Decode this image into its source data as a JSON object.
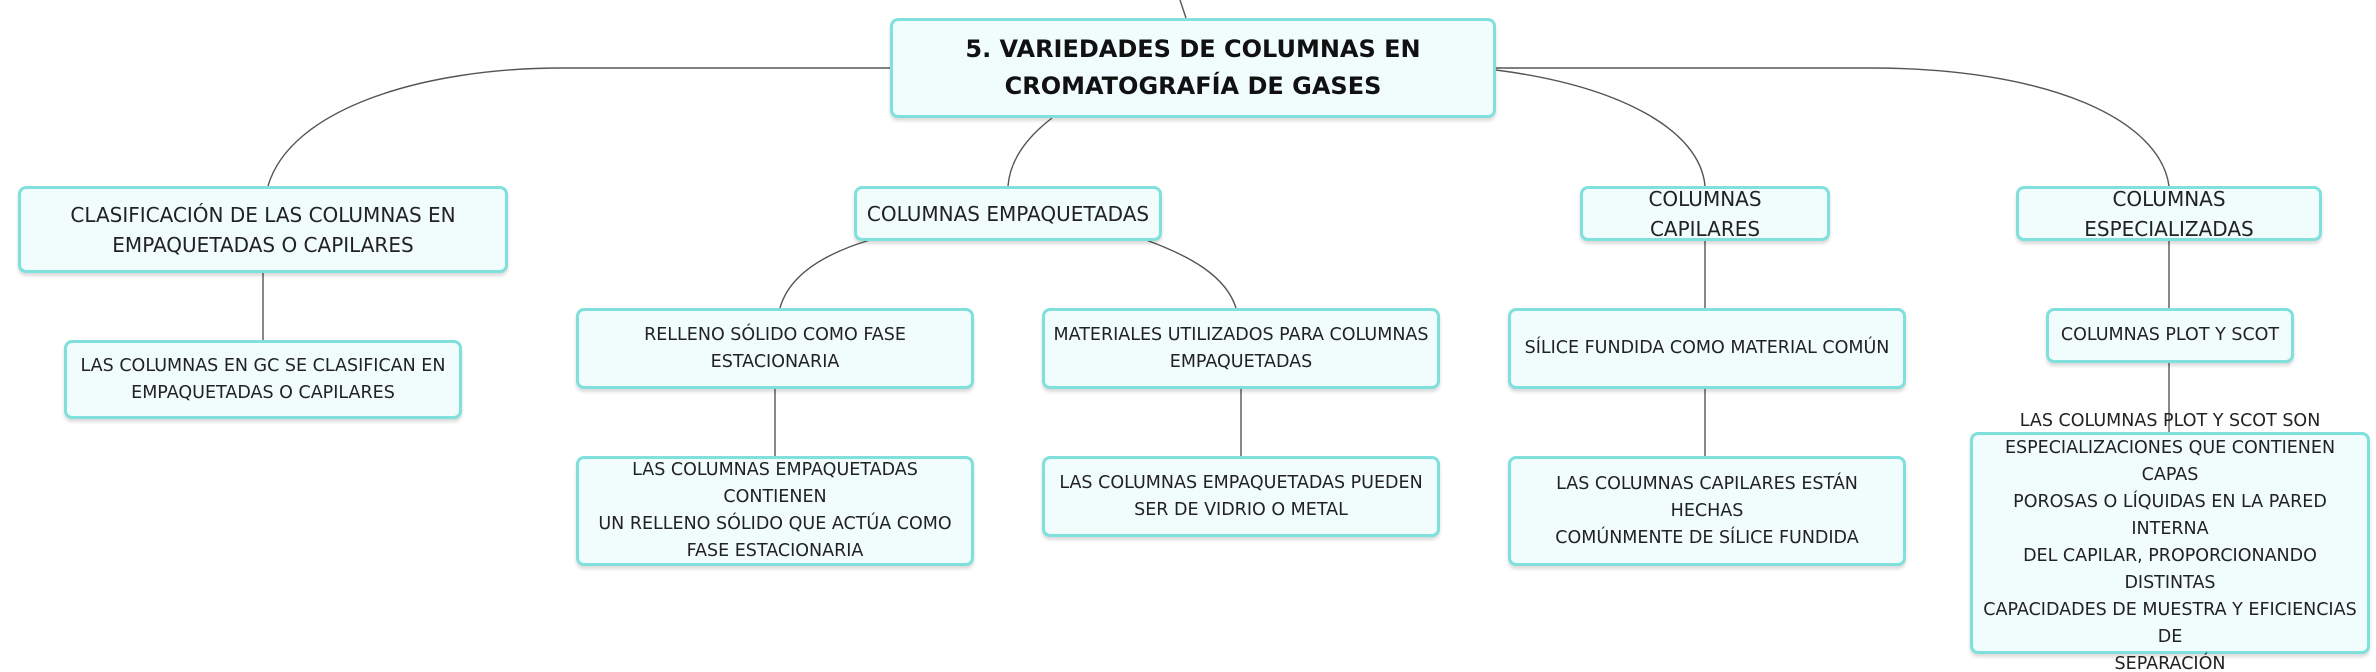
{
  "diagram": {
    "root": {
      "line1": "5. VARIEDADES DE COLUMNAS EN",
      "line2": "CROMATOGRAFÍA DE GASES"
    },
    "clasificacion": {
      "line1": "CLASIFICACIÓN DE LAS COLUMNAS EN",
      "line2": "EMPAQUETADAS O CAPILARES",
      "child": {
        "line1": "LAS COLUMNAS EN GC SE CLASIFICAN EN",
        "line2": "EMPAQUETADAS O CAPILARES"
      }
    },
    "empaquetadas": {
      "label": "COLUMNAS EMPAQUETADAS",
      "relleno": {
        "label": "RELLENO SÓLIDO COMO FASE ESTACIONARIA",
        "child": {
          "line1": "LAS COLUMNAS EMPAQUETADAS CONTIENEN",
          "line2": "UN RELLENO SÓLIDO QUE ACTÚA COMO",
          "line3": "FASE ESTACIONARIA"
        }
      },
      "materiales": {
        "line1": "MATERIALES UTILIZADOS PARA COLUMNAS",
        "line2": "EMPAQUETADAS",
        "child": {
          "line1": "LAS COLUMNAS EMPAQUETADAS PUEDEN",
          "line2": "SER DE VIDRIO O METAL"
        }
      }
    },
    "capilares": {
      "label": "COLUMNAS CAPILARES",
      "silice": {
        "label": "SÍLICE FUNDIDA COMO MATERIAL COMÚN",
        "child": {
          "line1": "LAS COLUMNAS CAPILARES ESTÁN HECHAS",
          "line2": "COMÚNMENTE DE SÍLICE FUNDIDA"
        }
      }
    },
    "especializadas": {
      "label": "COLUMNAS ESPECIALIZADAS",
      "plot": {
        "label": "COLUMNAS PLOT Y SCOT",
        "child": {
          "line1": "LAS COLUMNAS PLOT Y SCOT SON",
          "line2": "ESPECIALIZACIONES QUE CONTIENEN CAPAS",
          "line3": "POROSAS O LÍQUIDAS EN LA PARED INTERNA",
          "line4": "DEL CAPILAR, PROPORCIONANDO DISTINTAS",
          "line5": "CAPACIDADES DE MUESTRA Y EFICIENCIAS DE",
          "line6": "SEPARACIÓN"
        }
      }
    }
  },
  "colors": {
    "node_border": "#7fe0dc",
    "node_fill": "#f1fcfc",
    "connector": "#555555"
  }
}
